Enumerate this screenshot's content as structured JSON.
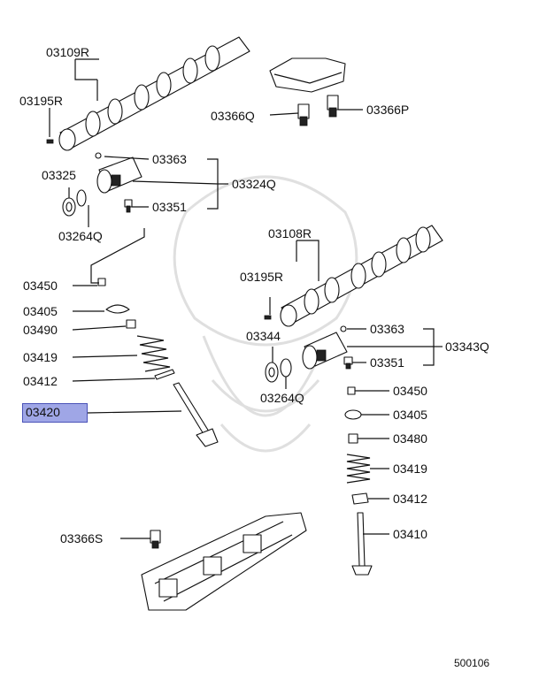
{
  "labels": {
    "l_03109R": "03109R",
    "l_03195R_a": "03195R",
    "l_03366Q": "03366Q",
    "l_03366P": "03366P",
    "l_03363_a": "03363",
    "l_03325": "03325",
    "l_03324Q": "03324Q",
    "l_03351_a": "03351",
    "l_03264Q_a": "03264Q",
    "l_03108R": "03108R",
    "l_03450_a": "03450",
    "l_03195R_b": "03195R",
    "l_03405_a": "03405",
    "l_03490": "03490",
    "l_03344": "03344",
    "l_03363_b": "03363",
    "l_03343Q": "03343Q",
    "l_03419_a": "03419",
    "l_03351_b": "03351",
    "l_03412_a": "03412",
    "l_03264Q_b": "03264Q",
    "l_03450_b": "03450",
    "l_03405_b": "03405",
    "l_03480": "03480",
    "l_03419_b": "03419",
    "l_03412_b": "03412",
    "l_03366S": "03366S",
    "l_03410": "03410"
  },
  "highlight": {
    "label": "03420",
    "color": "#9fa6e6"
  },
  "diagram_code": "500106"
}
